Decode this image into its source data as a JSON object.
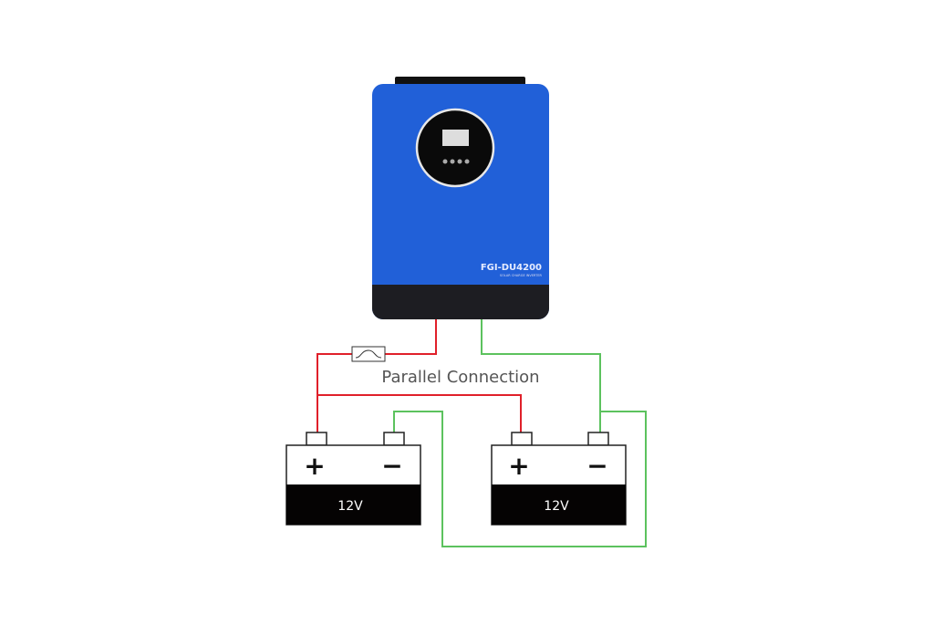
{
  "diagram": {
    "title": "Parallel Connection",
    "inverter": {
      "model_label": "FGI-DU4200",
      "subtitle": "SOLAR CHARGE INVERTER"
    },
    "batteries": [
      {
        "positive_symbol": "+",
        "negative_symbol": "−",
        "voltage": "12V"
      },
      {
        "positive_symbol": "+",
        "negative_symbol": "−",
        "voltage": "12V"
      }
    ],
    "colors": {
      "inverter_blue": "#2160d8",
      "positive_wire": "#e0202a",
      "negative_wire": "#5cc25e",
      "battery_body": "#050303"
    }
  }
}
